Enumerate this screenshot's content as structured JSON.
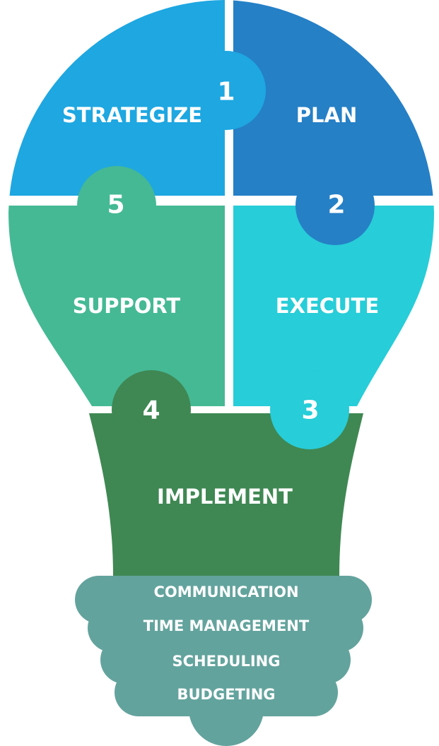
{
  "segments": {
    "strategize": {
      "label": "STRATEGIZE",
      "color": "#1EA7E1"
    },
    "plan": {
      "label": "PLAN",
      "color": "#2580C6"
    },
    "execute": {
      "label": "EXECUTE",
      "color": "#27CDD8"
    },
    "support": {
      "label": "SUPPORT",
      "color": "#45B994"
    },
    "implement": {
      "label": "IMPLEMENT",
      "color": "#3F8853"
    }
  },
  "steps": {
    "one": {
      "number": "1"
    },
    "two": {
      "number": "2"
    },
    "three": {
      "number": "3"
    },
    "four": {
      "number": "4"
    },
    "five": {
      "number": "5"
    }
  },
  "base": {
    "color": "#63A39D",
    "items": [
      "COMMUNICATION",
      "TIME MANAGEMENT",
      "SCHEDULING",
      "BUDGETING"
    ]
  }
}
